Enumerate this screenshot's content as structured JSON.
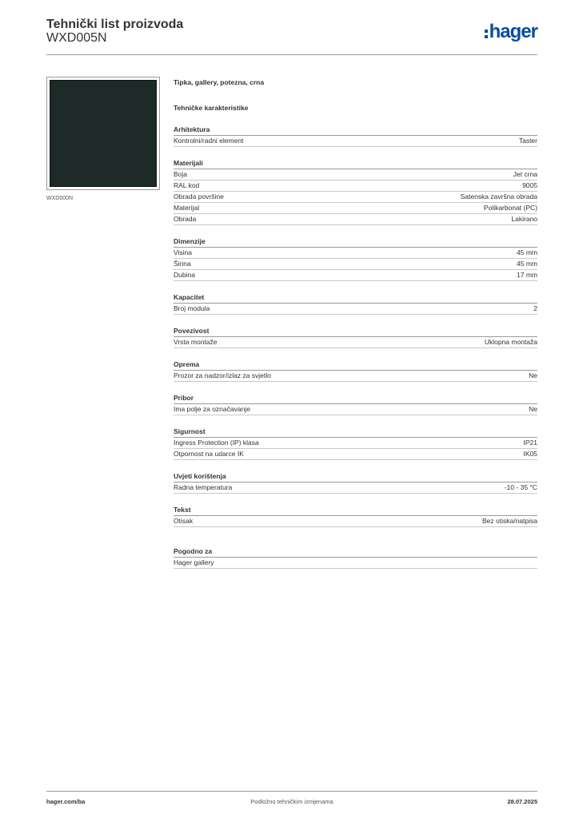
{
  "header": {
    "title": "Tehnički list proizvoda",
    "code": "WXD005N",
    "logo_text": "hager",
    "brand_color": "#0a4d9e"
  },
  "image": {
    "caption": "WXD000N"
  },
  "product": {
    "name": "Tipka, gallery, potezna, crna",
    "section_heading": "Tehničke karakteristike"
  },
  "groups": [
    {
      "title": "Arhitektura",
      "rows": [
        {
          "label": "Kontrolni/radni element",
          "value": "Taster"
        }
      ]
    },
    {
      "title": "Materijali",
      "rows": [
        {
          "label": "Boja",
          "value": "Jet crna"
        },
        {
          "label": "RAL kod",
          "value": "9005"
        },
        {
          "label": "Obrada površine",
          "value": "Satenska završna obrada"
        },
        {
          "label": "Materijal",
          "value": "Polikarbonat (PC)"
        },
        {
          "label": "Obrada",
          "value": "Lakirano"
        }
      ]
    },
    {
      "title": "Dimenzije",
      "rows": [
        {
          "label": "Visina",
          "value": "45 mm"
        },
        {
          "label": "Širina",
          "value": "45 mm"
        },
        {
          "label": "Dubina",
          "value": "17 mm"
        }
      ]
    },
    {
      "title": "Kapacitet",
      "rows": [
        {
          "label": "Broj modula",
          "value": "2"
        }
      ]
    },
    {
      "title": "Povezivost",
      "rows": [
        {
          "label": "Vrsta montaže",
          "value": "Uklopna montaža"
        }
      ]
    },
    {
      "title": "Oprema",
      "rows": [
        {
          "label": "Prozor za nadzor/izlaz za svjetlo",
          "value": "Ne"
        }
      ]
    },
    {
      "title": "Pribor",
      "rows": [
        {
          "label": "Ima polje za označavanje",
          "value": "Ne"
        }
      ]
    },
    {
      "title": "Sigurnost",
      "rows": [
        {
          "label": "Ingress Protection (IP) klasa",
          "value": "IP21"
        },
        {
          "label": "Otpornost na udarce IK",
          "value": "IK05"
        }
      ]
    },
    {
      "title": "Uvjeti korištenja",
      "rows": [
        {
          "label": "Radna temperatura",
          "value": "-10 - 35 °C"
        }
      ]
    },
    {
      "title": "Tekst",
      "rows": [
        {
          "label": "Otisak",
          "value": "Bez otiska/natpisa"
        }
      ]
    }
  ],
  "suitable": {
    "title": "Pogodno za",
    "rows": [
      {
        "label": "Hager gallery",
        "value": ""
      }
    ]
  },
  "footer": {
    "left": "hager.com/ba",
    "center": "Podložno tehničkim izmjenama",
    "right": "28.07.2025"
  }
}
